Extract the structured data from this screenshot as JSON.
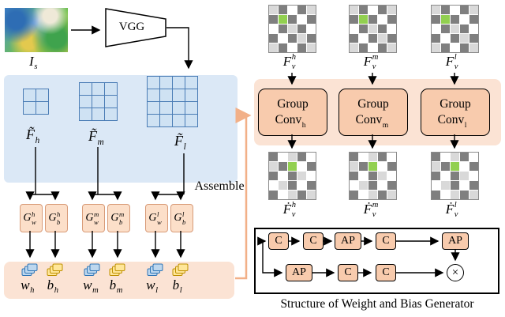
{
  "colors": {
    "light_blue_panel": "#dbe8f6",
    "blue_cell": "#cfe2f3",
    "blue_grid_border": "#4a7cb5",
    "peach_panel": "#fbe3d4",
    "peach_block": "#f8cbad",
    "generator_fill": "#fcdfc9",
    "generator_border": "#d89b78",
    "dark_cell": "#7f7f7f",
    "light_cell": "#d9d9d9",
    "white_cell": "#ffffff",
    "green_cell": "#92d050",
    "w_sheet": "#bdd7ee",
    "b_sheet": "#ffe699",
    "arrow_peach": "#f2b088"
  },
  "left": {
    "input_label": {
      "base": "I",
      "sub": "s"
    },
    "vgg": "VGG",
    "features": [
      {
        "base": "F̃",
        "sub": "h"
      },
      {
        "base": "F̃",
        "sub": "m"
      },
      {
        "base": "F̃",
        "sub": "l"
      }
    ],
    "generators": [
      {
        "base": "G",
        "sup": "h",
        "sub": "w"
      },
      {
        "base": "G",
        "sup": "h",
        "sub": "b"
      },
      {
        "base": "G",
        "sup": "m",
        "sub": "w"
      },
      {
        "base": "G",
        "sup": "m",
        "sub": "b"
      },
      {
        "base": "G",
        "sup": "l",
        "sub": "w"
      },
      {
        "base": "G",
        "sup": "l",
        "sub": "b"
      }
    ],
    "outputs": [
      {
        "base": "w",
        "sub": "h",
        "kind": "weight"
      },
      {
        "base": "b",
        "sub": "h",
        "kind": "bias"
      },
      {
        "base": "w",
        "sub": "m",
        "kind": "weight"
      },
      {
        "base": "b",
        "sub": "m",
        "kind": "bias"
      },
      {
        "base": "w",
        "sub": "l",
        "kind": "weight"
      },
      {
        "base": "b",
        "sub": "l",
        "kind": "bias"
      }
    ]
  },
  "assemble": "Assemble",
  "right": {
    "top_labels": [
      {
        "base": "F",
        "sup": "h",
        "sub": "v"
      },
      {
        "base": "F",
        "sup": "m",
        "sub": "v"
      },
      {
        "base": "F",
        "sup": "l",
        "sub": "v"
      }
    ],
    "convs": [
      {
        "word1": "Group",
        "word2": "Conv",
        "sub": "h"
      },
      {
        "word1": "Group",
        "word2": "Conv",
        "sub": "m"
      },
      {
        "word1": "Group",
        "word2": "Conv",
        "sub": "l"
      }
    ],
    "bottom_labels": [
      {
        "base": "Ḟ",
        "sup": "h",
        "sub": "v"
      },
      {
        "base": "Ḟ",
        "sup": "m",
        "sub": "v"
      },
      {
        "base": "Ḟ",
        "sup": "l",
        "sub": "v"
      }
    ],
    "grid_top_pattern": [
      [
        "l",
        "d",
        "w",
        "d",
        "l"
      ],
      [
        "d",
        "g",
        "d",
        "w",
        "d"
      ],
      [
        "w",
        "d",
        "l",
        "d",
        "w"
      ],
      [
        "d",
        "w",
        "d",
        "l",
        "d"
      ],
      [
        "l",
        "d",
        "w",
        "d",
        "l"
      ]
    ],
    "grid_bottom_pattern": [
      [
        "d",
        "w",
        "l",
        "d",
        "w"
      ],
      [
        "l",
        "d",
        "g",
        "w",
        "d"
      ],
      [
        "d",
        "w",
        "d",
        "l",
        "w"
      ],
      [
        "w",
        "l",
        "d",
        "w",
        "d"
      ],
      [
        "d",
        "w",
        "l",
        "d",
        "l"
      ]
    ]
  },
  "structure": {
    "row1": [
      "C",
      "C",
      "AP",
      "C",
      "AP"
    ],
    "row2": [
      "AP",
      "C",
      "C"
    ],
    "multiply": "×",
    "caption": "Structure of Weight and Bias Generator"
  }
}
